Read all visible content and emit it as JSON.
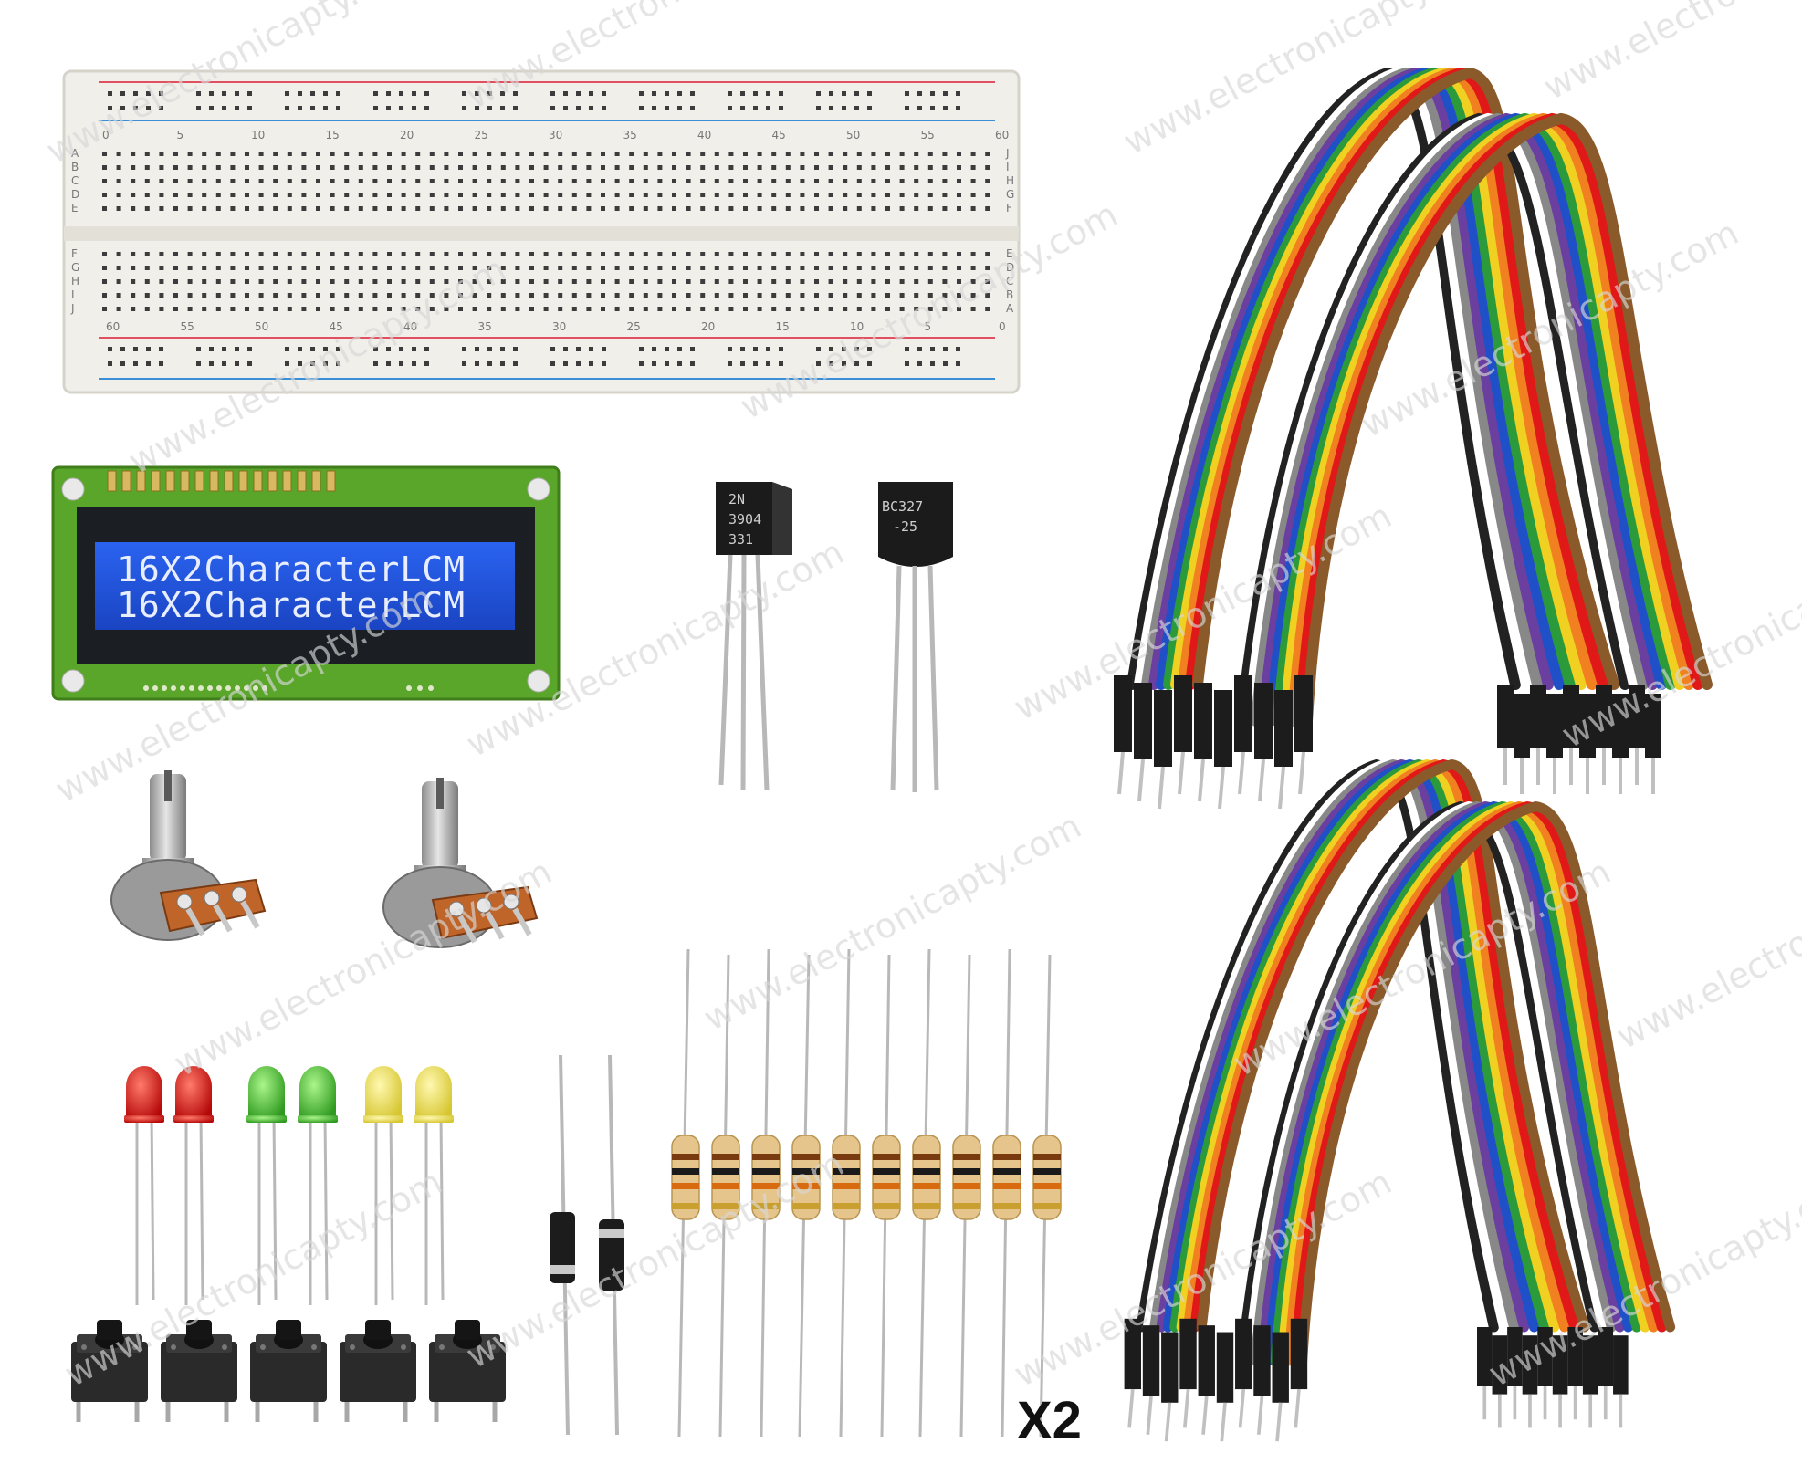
{
  "lcd": {
    "line1": "16X2CharacterLCM",
    "line2": "16X2CharacterLCM"
  },
  "breadboard": {
    "top_numbers": [
      "0",
      "5",
      "10",
      "15",
      "20",
      "25",
      "30",
      "35",
      "40",
      "45",
      "50",
      "55",
      "60"
    ],
    "bottom_numbers": [
      "60",
      "55",
      "50",
      "45",
      "40",
      "35",
      "30",
      "25",
      "20",
      "15",
      "10",
      "5",
      "0"
    ],
    "row_letters_left": [
      "A",
      "B",
      "C",
      "D",
      "E",
      "F",
      "G",
      "H",
      "I",
      "J"
    ],
    "row_letters_right": [
      "J",
      "I",
      "H",
      "G",
      "F",
      "E",
      "D",
      "C",
      "B",
      "A"
    ]
  },
  "transistors": [
    {
      "lines": [
        "2N",
        "3904",
        "331"
      ]
    },
    {
      "lines": [
        "BC327",
        "-25"
      ]
    }
  ],
  "watermark": "www.electronicapty.com",
  "quantity_label": "X2",
  "colors": {
    "lcd_background": "#1e4fd8",
    "pcb": "#5aa62a",
    "breadboard": "#f0eee8",
    "rail_red": "#e05060",
    "rail_blue": "#3a8fd8",
    "led_red": "#d01010",
    "led_green": "#3fbf2a",
    "led_yellow": "#e9df4a",
    "resistor_body": "#e6c58c",
    "wire_colors": [
      "#222222",
      "#ffffff",
      "#888888",
      "#6a3fa0",
      "#2050c8",
      "#2a9a3a",
      "#f0d020",
      "#f08020",
      "#e01818",
      "#8a5a2a"
    ]
  }
}
